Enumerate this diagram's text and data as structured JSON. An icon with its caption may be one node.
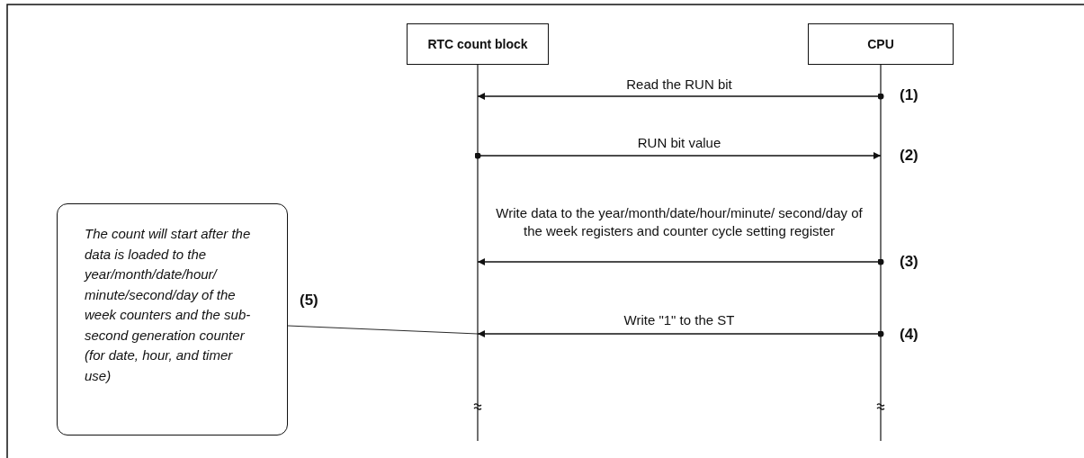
{
  "diagram": {
    "nodes": [
      {
        "text": [
          "RTC count block"
        ]
      },
      {
        "text": [
          "CPU"
        ]
      },
      {
        "text": [
          "The count will start after the data is loaded to the year/month/date/hour/ minute/second/day of the week counters and the sub-second generation counter (for date, hour, and timer use)"
        ]
      }
    ],
    "edges": [
      {
        "from": 1,
        "to": 0,
        "arrow": "to",
        "label": "Read the RUN bit"
      },
      {
        "from": 0,
        "to": 1,
        "arrow": "to",
        "label": "RUN bit value"
      },
      {
        "from": 1,
        "to": 0,
        "arrow": "to",
        "label": "Write data to the year/month/date/hour/minute/ second/day of the week registers and counter cycle setting register"
      },
      {
        "from": 1,
        "to": 0,
        "arrow": "to",
        "label": "Write \"1\" to the ST"
      },
      {
        "from": 2,
        "to": 0,
        "arrow": "none"
      }
    ],
    "labels": [
      "(1)",
      "(2)",
      "(3)",
      "(4)",
      "(5)"
    ]
  }
}
